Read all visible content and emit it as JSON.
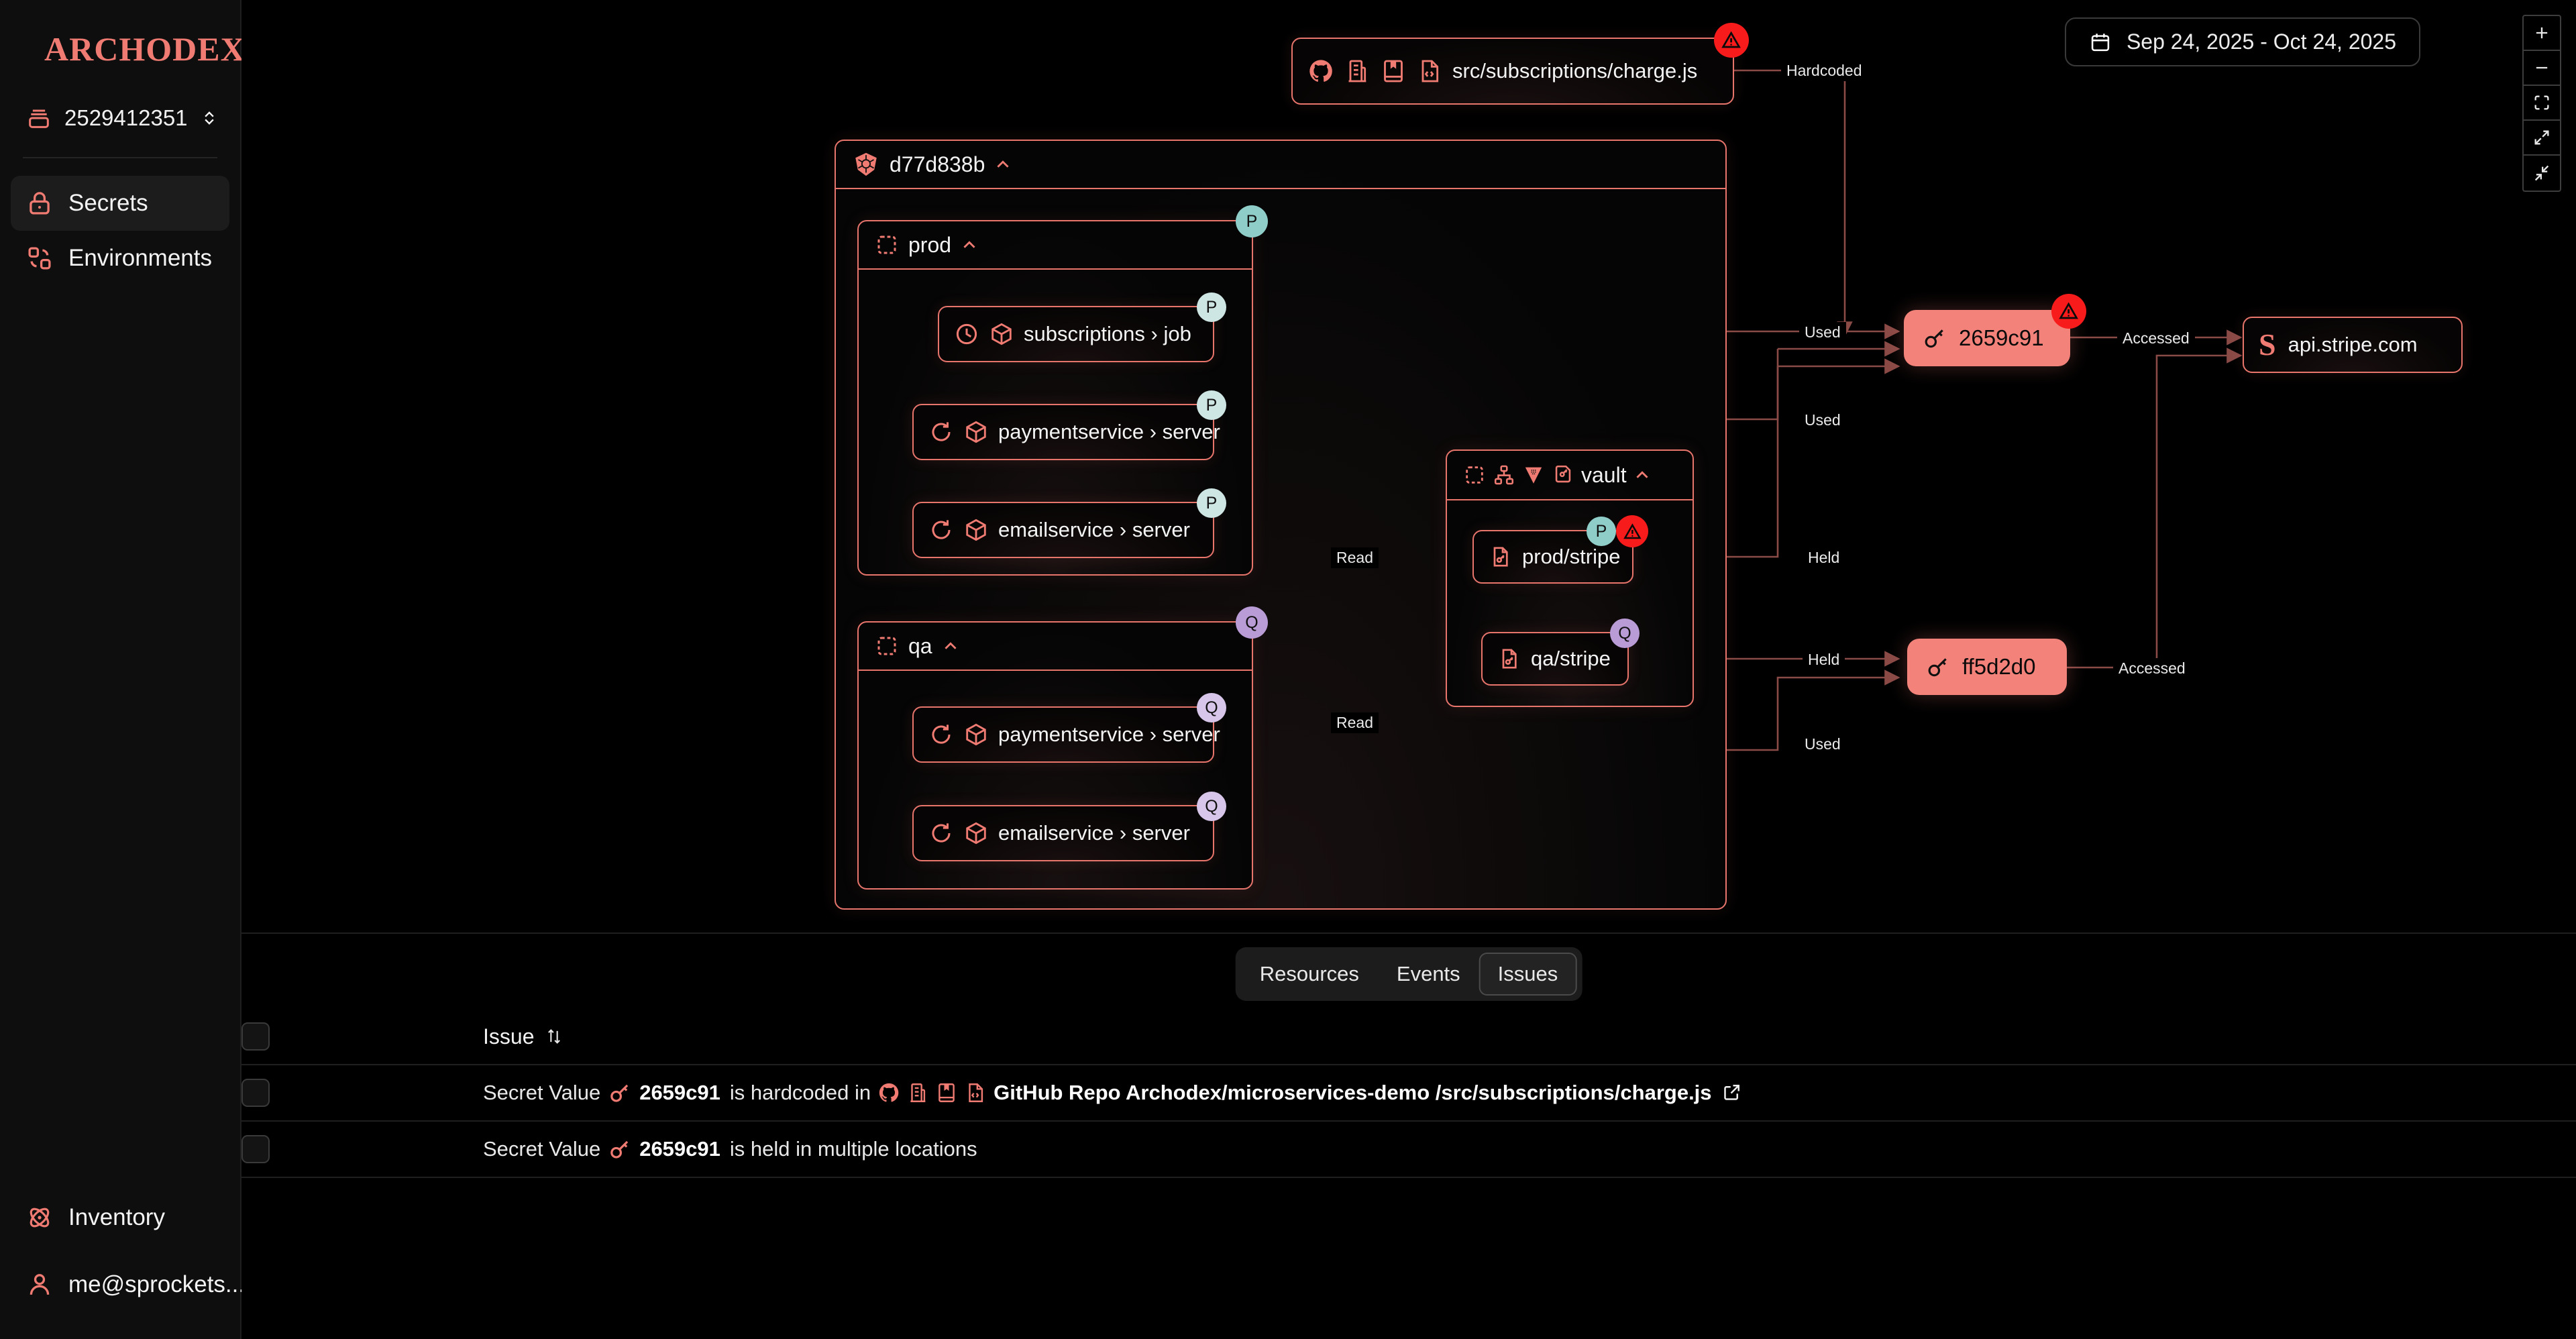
{
  "app": {
    "brand": "ARCHODEX",
    "brand_color": "#ef7b72"
  },
  "sidebar": {
    "org": {
      "name": "2529412351",
      "icon": "database-icon"
    },
    "items": [
      {
        "label": "Secrets",
        "icon": "lock-icon",
        "active": true
      },
      {
        "label": "Environments",
        "icon": "environments-icon",
        "active": false
      }
    ],
    "bottom": [
      {
        "label": "Inventory",
        "icon": "atom-icon"
      },
      {
        "label": "me@sprockets...",
        "icon": "user-icon"
      }
    ]
  },
  "toolbar": {
    "date_range": "Sep 24, 2025 - Oct 24, 2025",
    "calendar_icon": "calendar-icon",
    "zoom_controls": [
      {
        "name": "zoom-in",
        "glyph": "+"
      },
      {
        "name": "zoom-out",
        "glyph": "−"
      },
      {
        "name": "fit-view",
        "glyph": "fit"
      },
      {
        "name": "expand-all",
        "glyph": "expand"
      },
      {
        "name": "collapse-all",
        "glyph": "collapse"
      }
    ]
  },
  "graph": {
    "file_node": {
      "label": "src/subscriptions/charge.js",
      "icons": [
        "github-icon",
        "organization-icon",
        "repository-icon",
        "code-file-icon"
      ],
      "has_warning": true
    },
    "cluster": {
      "label": "d77d838b",
      "icon": "kubernetes-icon",
      "collapse_caret": "chevron-up-icon"
    },
    "namespaces": [
      {
        "label": "prod",
        "icon": "namespace-icon",
        "env_badge": "P",
        "env_badge_color": "#8fcdc8",
        "workloads": [
          {
            "label": "subscriptions › job",
            "icons": [
              "clock-icon",
              "cube-icon"
            ],
            "env_badge": "P"
          },
          {
            "label": "paymentservice › server",
            "icons": [
              "deployment-icon",
              "cube-icon"
            ],
            "env_badge": "P"
          },
          {
            "label": "emailservice › server",
            "icons": [
              "deployment-icon",
              "cube-icon"
            ],
            "env_badge": "P"
          }
        ]
      },
      {
        "label": "qa",
        "icon": "namespace-icon",
        "env_badge": "Q",
        "env_badge_color": "#b99bd6",
        "workloads": [
          {
            "label": "paymentservice › server",
            "icons": [
              "deployment-icon",
              "cube-icon"
            ],
            "env_badge": "Q"
          },
          {
            "label": "emailservice › server",
            "icons": [
              "deployment-icon",
              "cube-icon"
            ],
            "env_badge": "Q"
          }
        ]
      }
    ],
    "vault": {
      "label": "vault",
      "icons": [
        "namespace-icon",
        "service-icon",
        "vault-logo-icon",
        "secret-store-icon"
      ],
      "secrets": [
        {
          "label": "prod/stripe",
          "icon": "secret-key-file-icon",
          "env_badge": "P",
          "has_warning": true
        },
        {
          "label": "qa/stripe",
          "icon": "secret-key-file-icon",
          "env_badge": "Q",
          "has_warning": false
        }
      ]
    },
    "secret_values": [
      {
        "label": "2659c91",
        "icon": "key-icon",
        "has_warning": true
      },
      {
        "label": "ff5d2d0",
        "icon": "key-icon",
        "has_warning": false
      }
    ],
    "endpoint": {
      "label": "api.stripe.com",
      "icon": "stripe-icon"
    },
    "edge_labels": {
      "hardcoded": "Hardcoded",
      "used": "Used",
      "read": "Read",
      "held": "Held",
      "accessed": "Accessed"
    }
  },
  "panel": {
    "tabs": [
      {
        "label": "Resources",
        "active": false
      },
      {
        "label": "Events",
        "active": false
      },
      {
        "label": "Issues",
        "active": true
      }
    ],
    "table": {
      "header": {
        "label": "Issue",
        "sort_icon": "sort-icon"
      },
      "rows": [
        {
          "prefix": "Secret Value",
          "key_icon": "key-icon",
          "secret": "2659c91",
          "middle": "is hardcoded in",
          "link_icons": [
            "github-icon",
            "organization-icon",
            "repository-icon",
            "code-file-icon"
          ],
          "link_text": "GitHub Repo Archodex/microservices-demo /src/subscriptions/charge.js",
          "external_icon": "external-link-icon",
          "suffix": ""
        },
        {
          "prefix": "Secret Value",
          "key_icon": "key-icon",
          "secret": "2659c91",
          "middle": "",
          "link_icons": [],
          "link_text": "",
          "external_icon": "",
          "suffix": "is held in multiple locations"
        }
      ]
    }
  }
}
